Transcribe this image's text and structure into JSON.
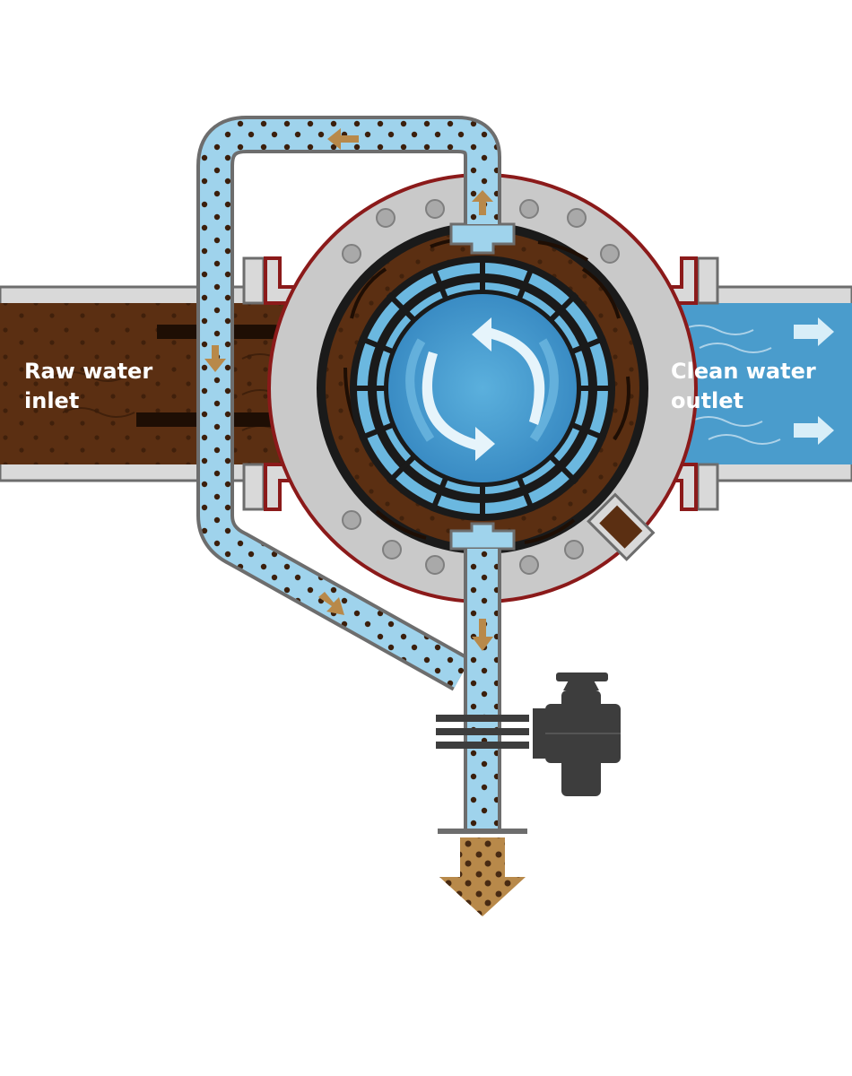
{
  "labels": {
    "inlet_line1": "Raw water",
    "inlet_line2": "inlet",
    "outlet_line1": "Clean water",
    "outlet_line2": "outlet"
  },
  "colors": {
    "raw_water": "#5b2f12",
    "clean_water": "#4a9ccc",
    "light_water": "#9fd3ec",
    "housing": "#c9c9c9",
    "housing_rim": "#8b1a1a",
    "pipe_wall": "#6d6d6d",
    "arrow": "#b8894a",
    "sludge": "#b8894a",
    "motor": "#3d3d3d",
    "particle": "#3b1f0c"
  },
  "icons": [
    "rotation-arrows-icon",
    "flow-direction-arrow-icon",
    "outflow-arrow-icon",
    "motor-icon"
  ]
}
